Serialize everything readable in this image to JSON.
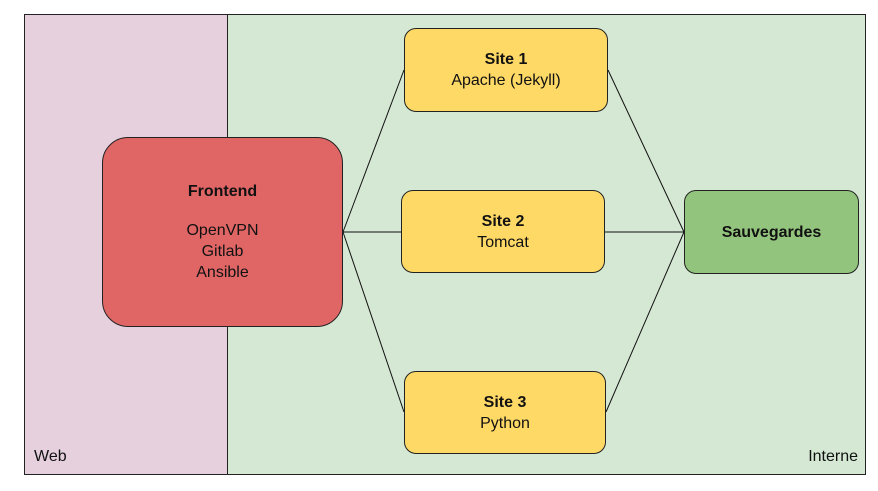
{
  "zones": {
    "web": {
      "label": "Web",
      "color": "#e6d0de"
    },
    "interne": {
      "label": "Interne",
      "color": "#d5e8d4"
    }
  },
  "nodes": {
    "frontend": {
      "title": "Frontend",
      "lines": [
        "OpenVPN",
        "Gitlab",
        "Ansible"
      ],
      "color": "#e06666"
    },
    "site1": {
      "title": "Site 1",
      "subtitle": "Apache (Jekyll)",
      "color": "#ffd966"
    },
    "site2": {
      "title": "Site 2",
      "subtitle": "Tomcat",
      "color": "#ffd966"
    },
    "site3": {
      "title": "Site 3",
      "subtitle": "Python",
      "color": "#ffd966"
    },
    "sauvegardes": {
      "title": "Sauvegardes",
      "color": "#93c47d"
    }
  },
  "edges": [
    [
      "frontend",
      "site1"
    ],
    [
      "frontend",
      "site2"
    ],
    [
      "frontend",
      "site3"
    ],
    [
      "site1",
      "sauvegardes"
    ],
    [
      "site2",
      "sauvegardes"
    ],
    [
      "site3",
      "sauvegardes"
    ]
  ]
}
